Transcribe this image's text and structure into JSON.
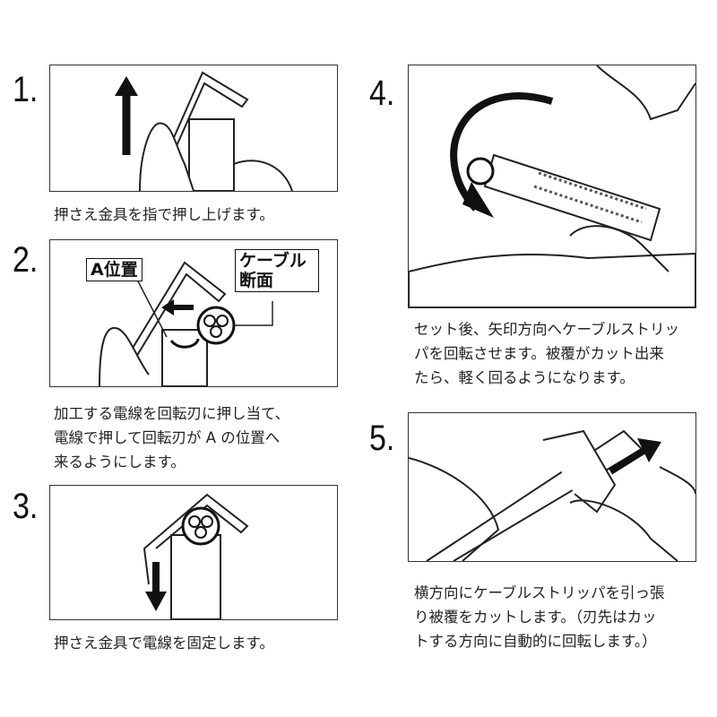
{
  "steps": [
    {
      "number": "1.",
      "caption": [
        "押さえ金具を指で押し上げます。"
      ]
    },
    {
      "number": "2.",
      "caption": [
        "加工する電線を回転刃に押し当て、",
        "電線で押して回転刃が A の位置へ",
        "来るようにします。"
      ],
      "labels": {
        "position_a": "A位置",
        "cable_section_line1": "ケーブル",
        "cable_section_line2": "断面"
      }
    },
    {
      "number": "3.",
      "caption": [
        "押さえ金具で電線を固定します。"
      ]
    },
    {
      "number": "4.",
      "caption": [
        "セット後、矢印方向へケーブルストリッ",
        "パを回転させます。被覆がカット出来",
        "たら、軽く回るようになります。"
      ]
    },
    {
      "number": "5.",
      "caption": [
        "横方向にケーブルストリッパを引っ張",
        "り被覆をカットします。（刃先はカッ",
        "トする方向に自動的に回転します。）"
      ]
    }
  ]
}
